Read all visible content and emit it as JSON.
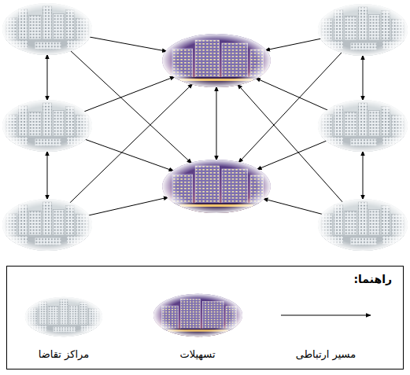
{
  "diagram": {
    "nodes": [
      {
        "text": []
      },
      {
        "text": []
      },
      {
        "text": []
      },
      {
        "text": []
      },
      {
        "text": []
      },
      {
        "text": []
      },
      {
        "text": []
      },
      {
        "text": []
      }
    ],
    "edges": [
      {
        "from": 0,
        "to": 3,
        "arrow": "both"
      },
      {
        "from": 3,
        "to": 6,
        "arrow": "both"
      },
      {
        "from": 2,
        "to": 4,
        "arrow": "both"
      },
      {
        "from": 4,
        "to": 7,
        "arrow": "both"
      },
      {
        "from": 1,
        "to": 5,
        "arrow": "both"
      },
      {
        "from": 0,
        "to": 1,
        "arrow": "to"
      },
      {
        "from": 0,
        "to": 5,
        "arrow": "to"
      },
      {
        "from": 3,
        "to": 1,
        "arrow": "to"
      },
      {
        "from": 3,
        "to": 5,
        "arrow": "to"
      },
      {
        "from": 6,
        "to": 1,
        "arrow": "to"
      },
      {
        "from": 6,
        "to": 5,
        "arrow": "to"
      },
      {
        "from": 2,
        "to": 1,
        "arrow": "to"
      },
      {
        "from": 2,
        "to": 5,
        "arrow": "to"
      },
      {
        "from": 4,
        "to": 1,
        "arrow": "to"
      },
      {
        "from": 4,
        "to": 5,
        "arrow": "to"
      },
      {
        "from": 7,
        "to": 1,
        "arrow": "to"
      },
      {
        "from": 7,
        "to": 5,
        "arrow": "to"
      }
    ],
    "labels": [
      "راهنما:"
    ],
    "legend": [
      {
        "text": "مسیر ارتباطی"
      },
      {
        "text": "تسهیلات"
      },
      {
        "text": "مراکز تقاضا"
      }
    ]
  }
}
